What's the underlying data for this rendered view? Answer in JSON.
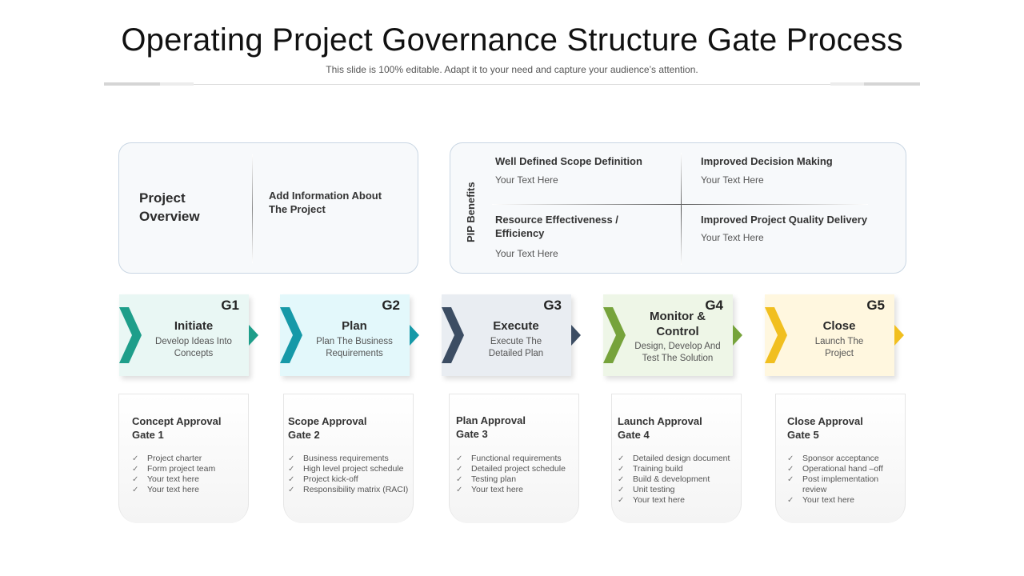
{
  "header": {
    "title": "Operating Project Governance Structure Gate Process",
    "subtitle": "This slide is 100% editable. Adapt it to your need and capture your audience’s attention."
  },
  "overview": {
    "title": "Project Overview",
    "info": "Add Information About The Project"
  },
  "benefits": {
    "label": "PIP Benefits",
    "items": [
      {
        "title": "Well Defined Scope  Definition",
        "text": "Your Text Here"
      },
      {
        "title": "Improved Decision Making",
        "text": "Your Text Here"
      },
      {
        "title": "Resource Effectiveness / Efficiency",
        "text": "Your Text Here"
      },
      {
        "title": "Improved Project Quality Delivery",
        "text": "Your Text Here"
      }
    ]
  },
  "gates": [
    {
      "num": "G1",
      "name": "Initiate",
      "desc": "Develop Ideas Into Concepts",
      "color": "#1e9e8a",
      "bg": "#e9f7f4"
    },
    {
      "num": "G2",
      "name": "Plan",
      "desc": "Plan The Business Requirements",
      "color": "#1699a8",
      "bg": "#e3f8fb"
    },
    {
      "num": "G3",
      "name": "Execute",
      "desc": "Execute  The Detailed Plan",
      "color": "#3c4d63",
      "bg": "#e9edf2"
    },
    {
      "num": "G4",
      "name": "Monitor & Control",
      "desc": "Design, Develop And Test The Solution",
      "color": "#76a33b",
      "bg": "#eef6e7"
    },
    {
      "num": "G5",
      "name": "Close",
      "desc": "Launch The Project",
      "color": "#f1bf1f",
      "bg": "#fff7df"
    }
  ],
  "approvals": [
    {
      "title": "Concept Approval Gate 1",
      "items": [
        "Project charter",
        "Form project team",
        "Your text here",
        "Your text here"
      ]
    },
    {
      "title": "Scope Approval Gate 2",
      "items": [
        "Business requirements",
        "High level project schedule",
        "Project kick-off",
        "Responsibility matrix (RACI)"
      ]
    },
    {
      "title": "Plan Approval Gate 3",
      "items": [
        "Functional requirements",
        "Detailed project schedule",
        "Testing plan",
        "Your text here"
      ]
    },
    {
      "title": "Launch Approval Gate 4",
      "items": [
        "Detailed design document",
        "Training build",
        "Build & development",
        "Unit testing",
        "Your text here"
      ]
    },
    {
      "title": "Close Approval Gate 5",
      "items": [
        "Sponsor acceptance",
        "Operational hand –off",
        "Post implementation review",
        "Your text here"
      ]
    }
  ]
}
